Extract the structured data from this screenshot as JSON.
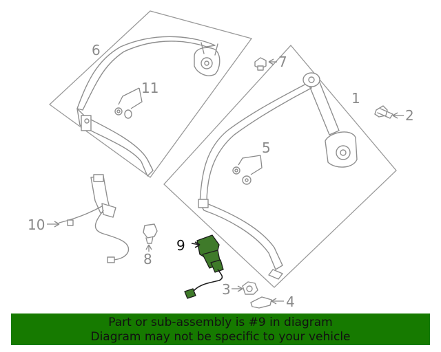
{
  "callouts": {
    "c1": "1",
    "c2": "2",
    "c3": "3",
    "c4": "4",
    "c5": "5",
    "c6": "6",
    "c7": "7",
    "c8": "8",
    "c9": "9",
    "c10": "10",
    "c11": "11"
  },
  "highlighted_part": "9",
  "colors": {
    "banner": "#167a00",
    "highlight": "#3f7a2a",
    "line": "#8f8f8f"
  },
  "banner": {
    "line1": "Part or sub-assembly is #9 in diagram",
    "line2": "Diagram may not be specific to your vehicle"
  }
}
